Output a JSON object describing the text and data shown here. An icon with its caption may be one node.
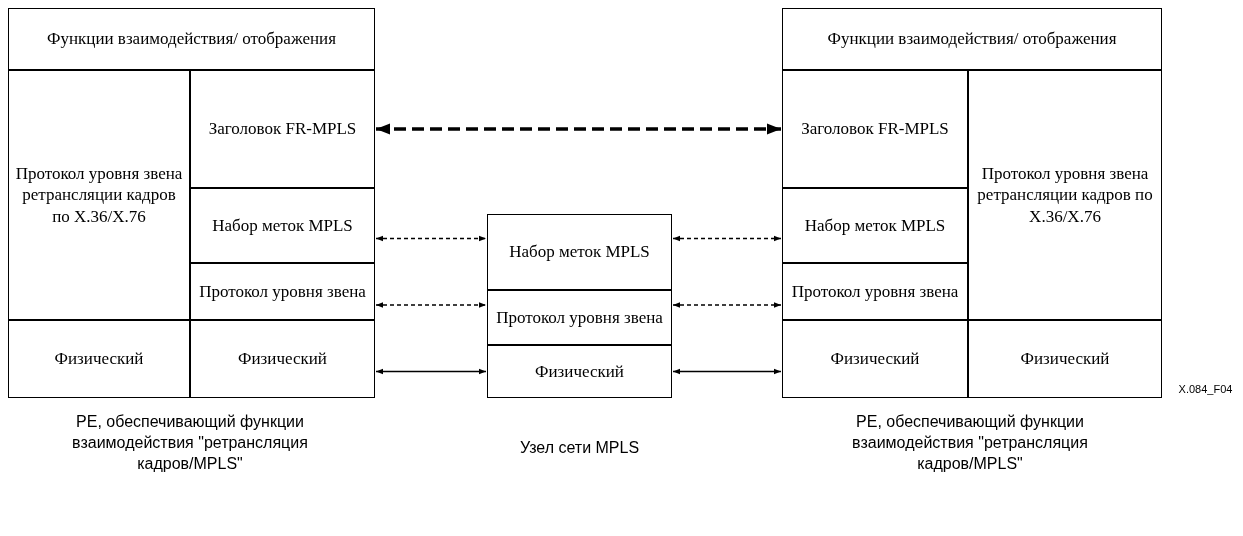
{
  "diagram": {
    "nodes": [
      {
        "text": [
          "Функции взаимодействия/ отображения"
        ]
      },
      {
        "text": [
          "Протокол уровня звена ретрансляции кадров по X.36/X.76"
        ]
      },
      {
        "text": [
          "Заголовок FR-MPLS"
        ]
      },
      {
        "text": [
          "Набор меток MPLS"
        ]
      },
      {
        "text": [
          "Протокол уровня звена"
        ]
      },
      {
        "text": [
          "Физический"
        ]
      },
      {
        "text": [
          "Физический"
        ]
      },
      {
        "text": [
          "Набор меток MPLS"
        ]
      },
      {
        "text": [
          "Протокол уровня звена"
        ]
      },
      {
        "text": [
          "Физический"
        ]
      },
      {
        "text": [
          "Функции взаимодействия/ отображения"
        ]
      },
      {
        "text": [
          "Заголовок FR-MPLS"
        ]
      },
      {
        "text": [
          "Протокол уровня звена ретрансляции кадров по X.36/X.76"
        ]
      },
      {
        "text": [
          "Набор меток MPLS"
        ]
      },
      {
        "text": [
          "Протокол уровня звена"
        ]
      },
      {
        "text": [
          "Физический"
        ]
      },
      {
        "text": [
          "Физический"
        ]
      }
    ],
    "edges": [
      {
        "from": 2,
        "to": 11,
        "arrow": "both",
        "style": "dashed"
      },
      {
        "from": 3,
        "to": 7,
        "arrow": "both",
        "style": "dashed"
      },
      {
        "from": 7,
        "to": 13,
        "arrow": "both",
        "style": "dashed"
      },
      {
        "from": 4,
        "to": 8,
        "arrow": "both",
        "style": "dashed"
      },
      {
        "from": 8,
        "to": 14,
        "arrow": "both",
        "style": "dashed"
      },
      {
        "from": 6,
        "to": 9,
        "arrow": "both"
      },
      {
        "from": 9,
        "to": 15,
        "arrow": "both"
      }
    ],
    "labels": [
      "PE, обеспечивающий функции взаимодействия \"ретрансляция кадров/MPLS\"",
      "Узел сети MPLS",
      "PE, обеспечивающий функции взаимодействия \"ретрансляция кадров/MPLS\"",
      "X.084_F04"
    ]
  }
}
